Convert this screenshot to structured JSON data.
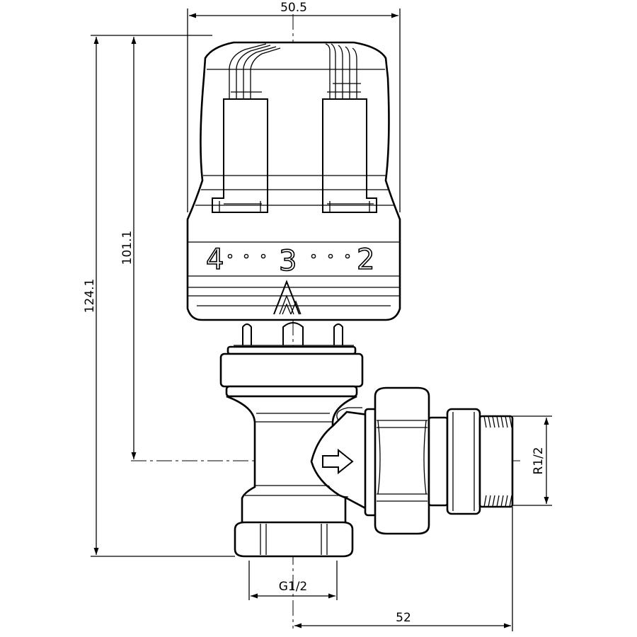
{
  "dimensions": {
    "top_width": "50.5",
    "overall_height": "124.1",
    "axis_height": "101.1",
    "outlet_thread": "R1/2",
    "inlet_thread": "G1/2",
    "horizontal_offset": "52"
  },
  "scale": {
    "left": "4",
    "center": "3",
    "right": "2"
  }
}
